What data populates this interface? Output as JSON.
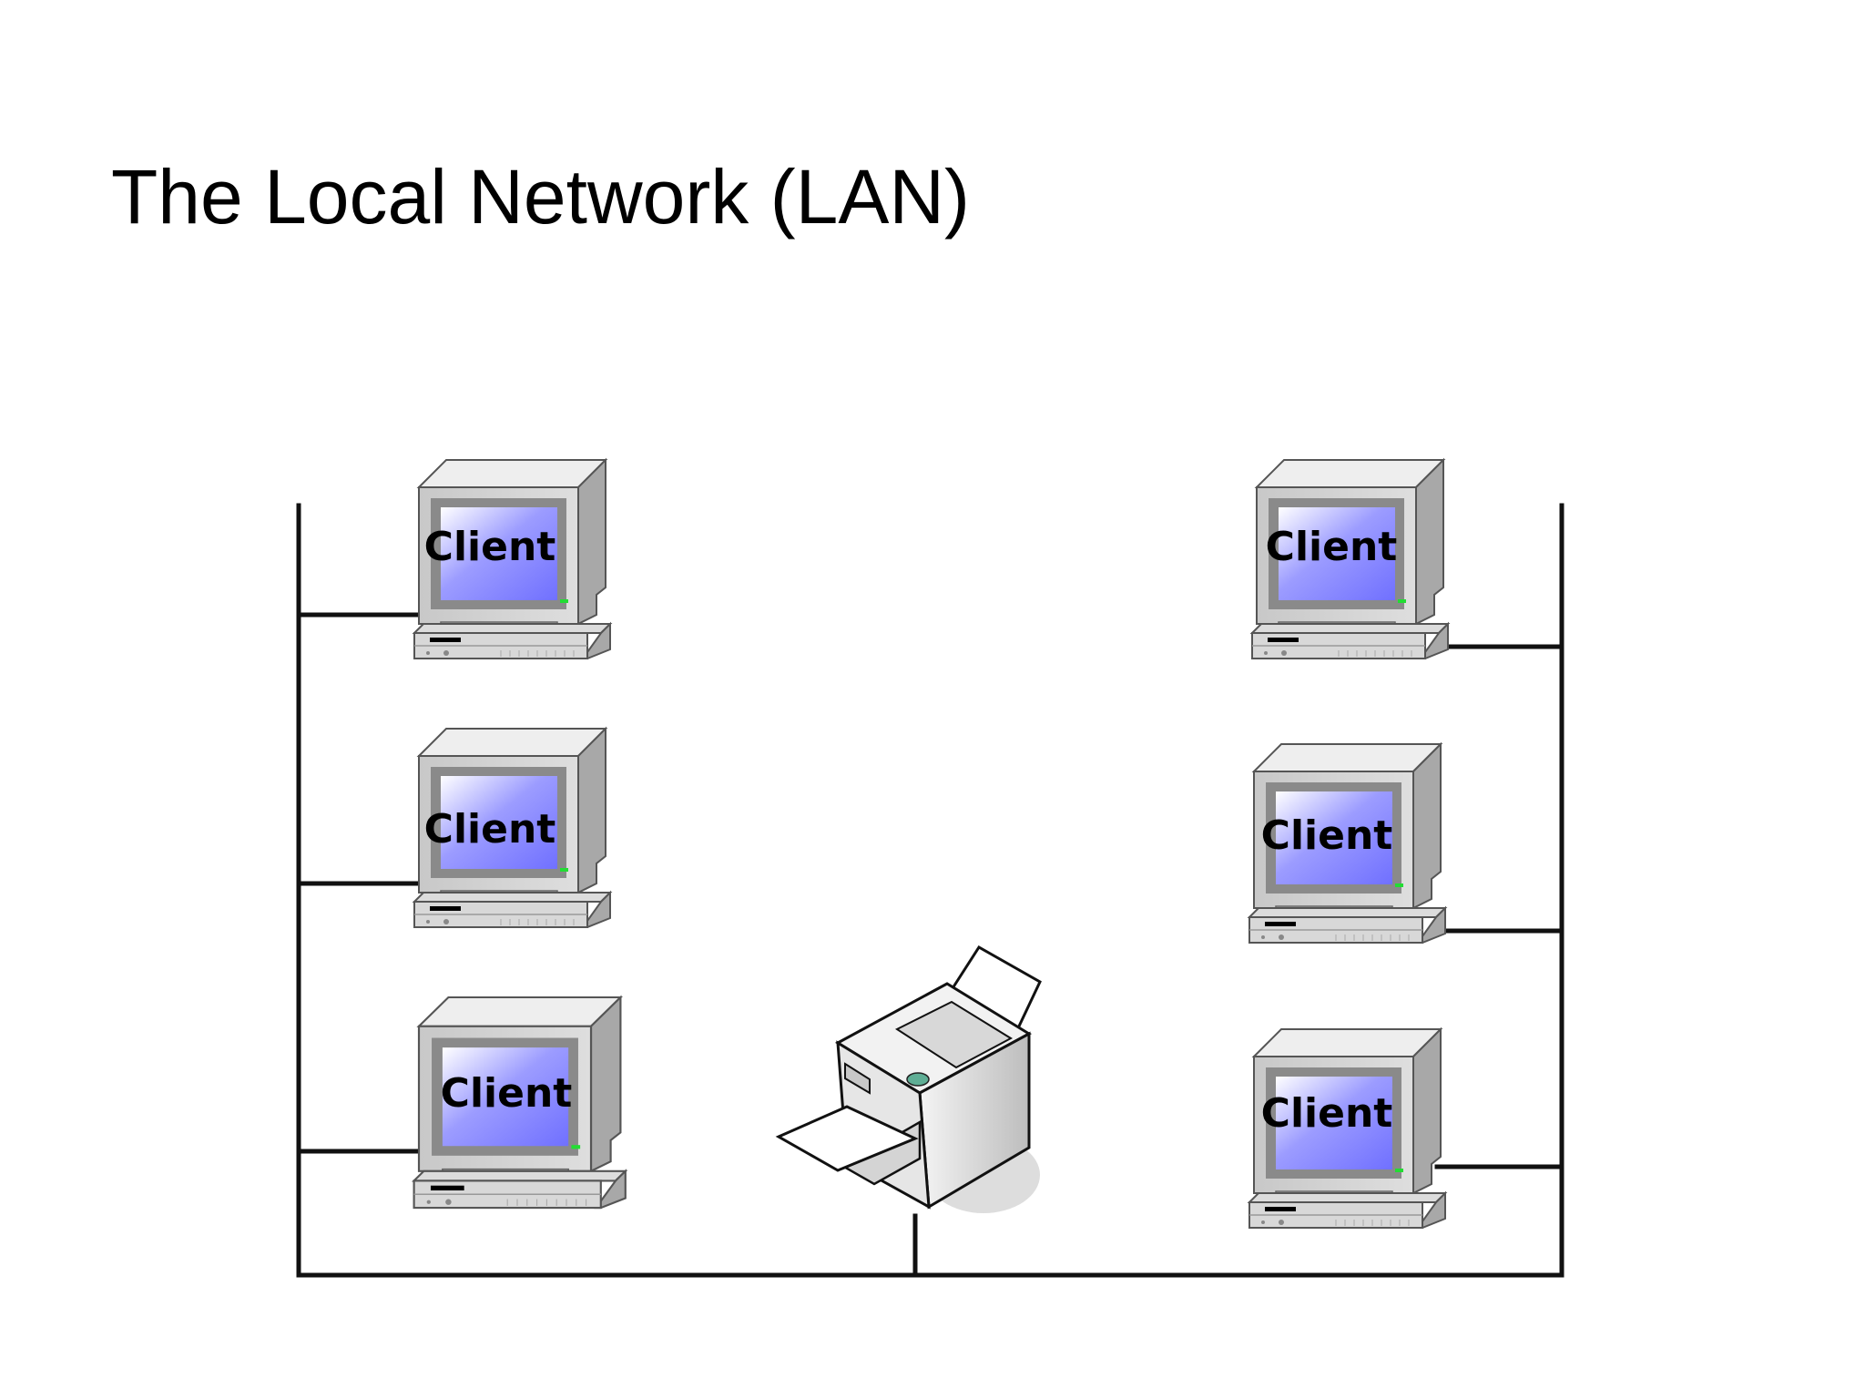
{
  "slide": {
    "title": "The Local Network (LAN)"
  },
  "diagram": {
    "client_label": "Client",
    "clients": [
      {
        "label": "Client",
        "side": "left"
      },
      {
        "label": "Client",
        "side": "left"
      },
      {
        "label": "Client",
        "side": "left"
      },
      {
        "label": "Client",
        "side": "right"
      },
      {
        "label": "Client",
        "side": "right"
      },
      {
        "label": "Client",
        "side": "right"
      }
    ],
    "devices": [
      "printer-icon"
    ],
    "colors": {
      "cable": "#111111",
      "screen": "#8080ff",
      "case": "#d0d0d0",
      "power_led": "#22dd33"
    }
  }
}
